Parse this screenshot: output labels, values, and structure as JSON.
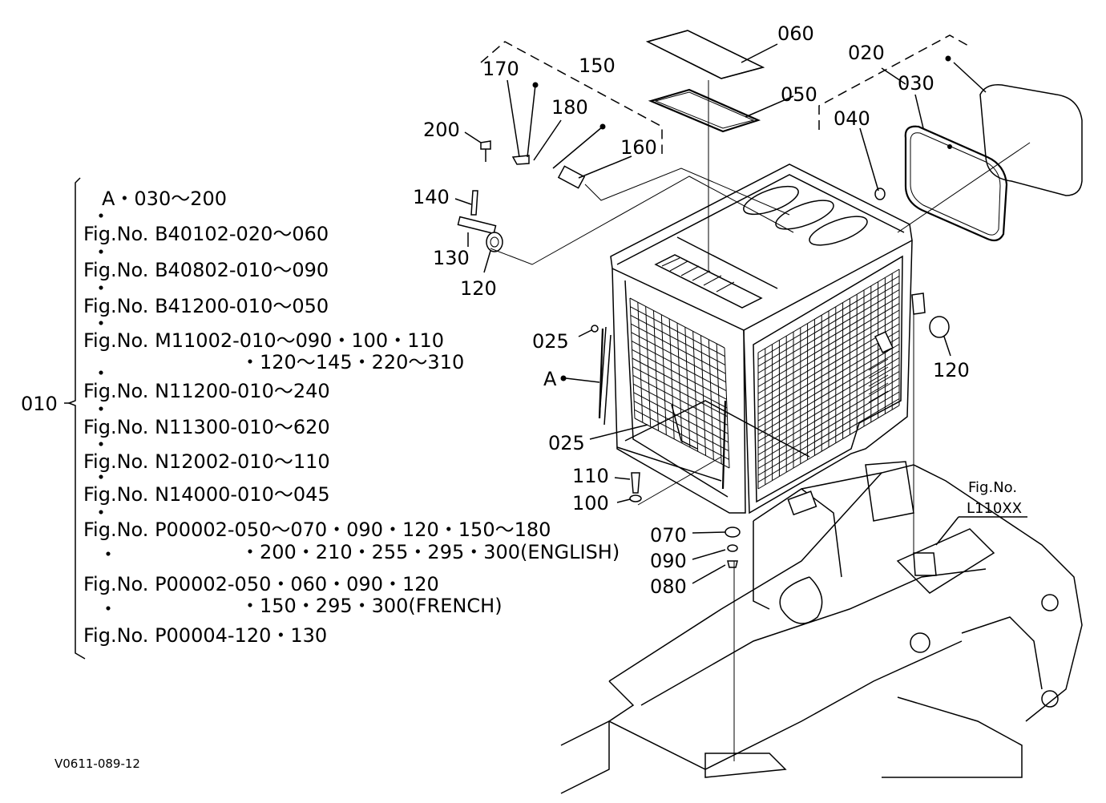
{
  "diagram": {
    "callouts": [
      "060",
      "020",
      "170",
      "150",
      "030",
      "050",
      "180",
      "200",
      "040",
      "160",
      "140",
      "130",
      "120",
      "025",
      "120",
      "A",
      "025",
      "110",
      "100",
      "070",
      "090",
      "080"
    ],
    "fig_ref": {
      "label": "Fig.No.",
      "number": "L110XX"
    },
    "bracket_label": "010",
    "list": [
      {
        "bullet": "",
        "line1": "A・030〜200",
        "line2": ""
      },
      {
        "bullet": "・",
        "line1": "Fig.No.  B40102-020〜060",
        "line2": ""
      },
      {
        "bullet": "・",
        "line1": "Fig.No.  B40802-010〜090",
        "line2": ""
      },
      {
        "bullet": "・",
        "line1": "Fig.No.  B41200-010〜050",
        "line2": ""
      },
      {
        "bullet": "・",
        "line1": "Fig.No.  M11002-010〜090・100・110",
        "line2": "・120〜145・220〜310"
      },
      {
        "bullet": "・",
        "line1": "Fig.No.  N11200-010〜240",
        "line2": ""
      },
      {
        "bullet": "・",
        "line1": "Fig.No.  N11300-010〜620",
        "line2": ""
      },
      {
        "bullet": "・",
        "line1": "Fig.No.  N12002-010〜110",
        "line2": ""
      },
      {
        "bullet": "・",
        "line1": "Fig.No.  N14000-010〜045",
        "line2": ""
      },
      {
        "bullet": "・",
        "line1": "Fig.No.  P00002-050〜070・090・120・150〜180",
        "line2": "・200・210・255・295・300(ENGLISH)"
      },
      {
        "bullet": "・",
        "line1": "Fig.No.  P00002-050・060・090・120",
        "line2": "・150・295・300(FRENCH)"
      },
      {
        "bullet": "・",
        "line1": "Fig.No.  P00004-120・130",
        "line2": ""
      }
    ],
    "drawing_code": "V0611-089-12"
  }
}
